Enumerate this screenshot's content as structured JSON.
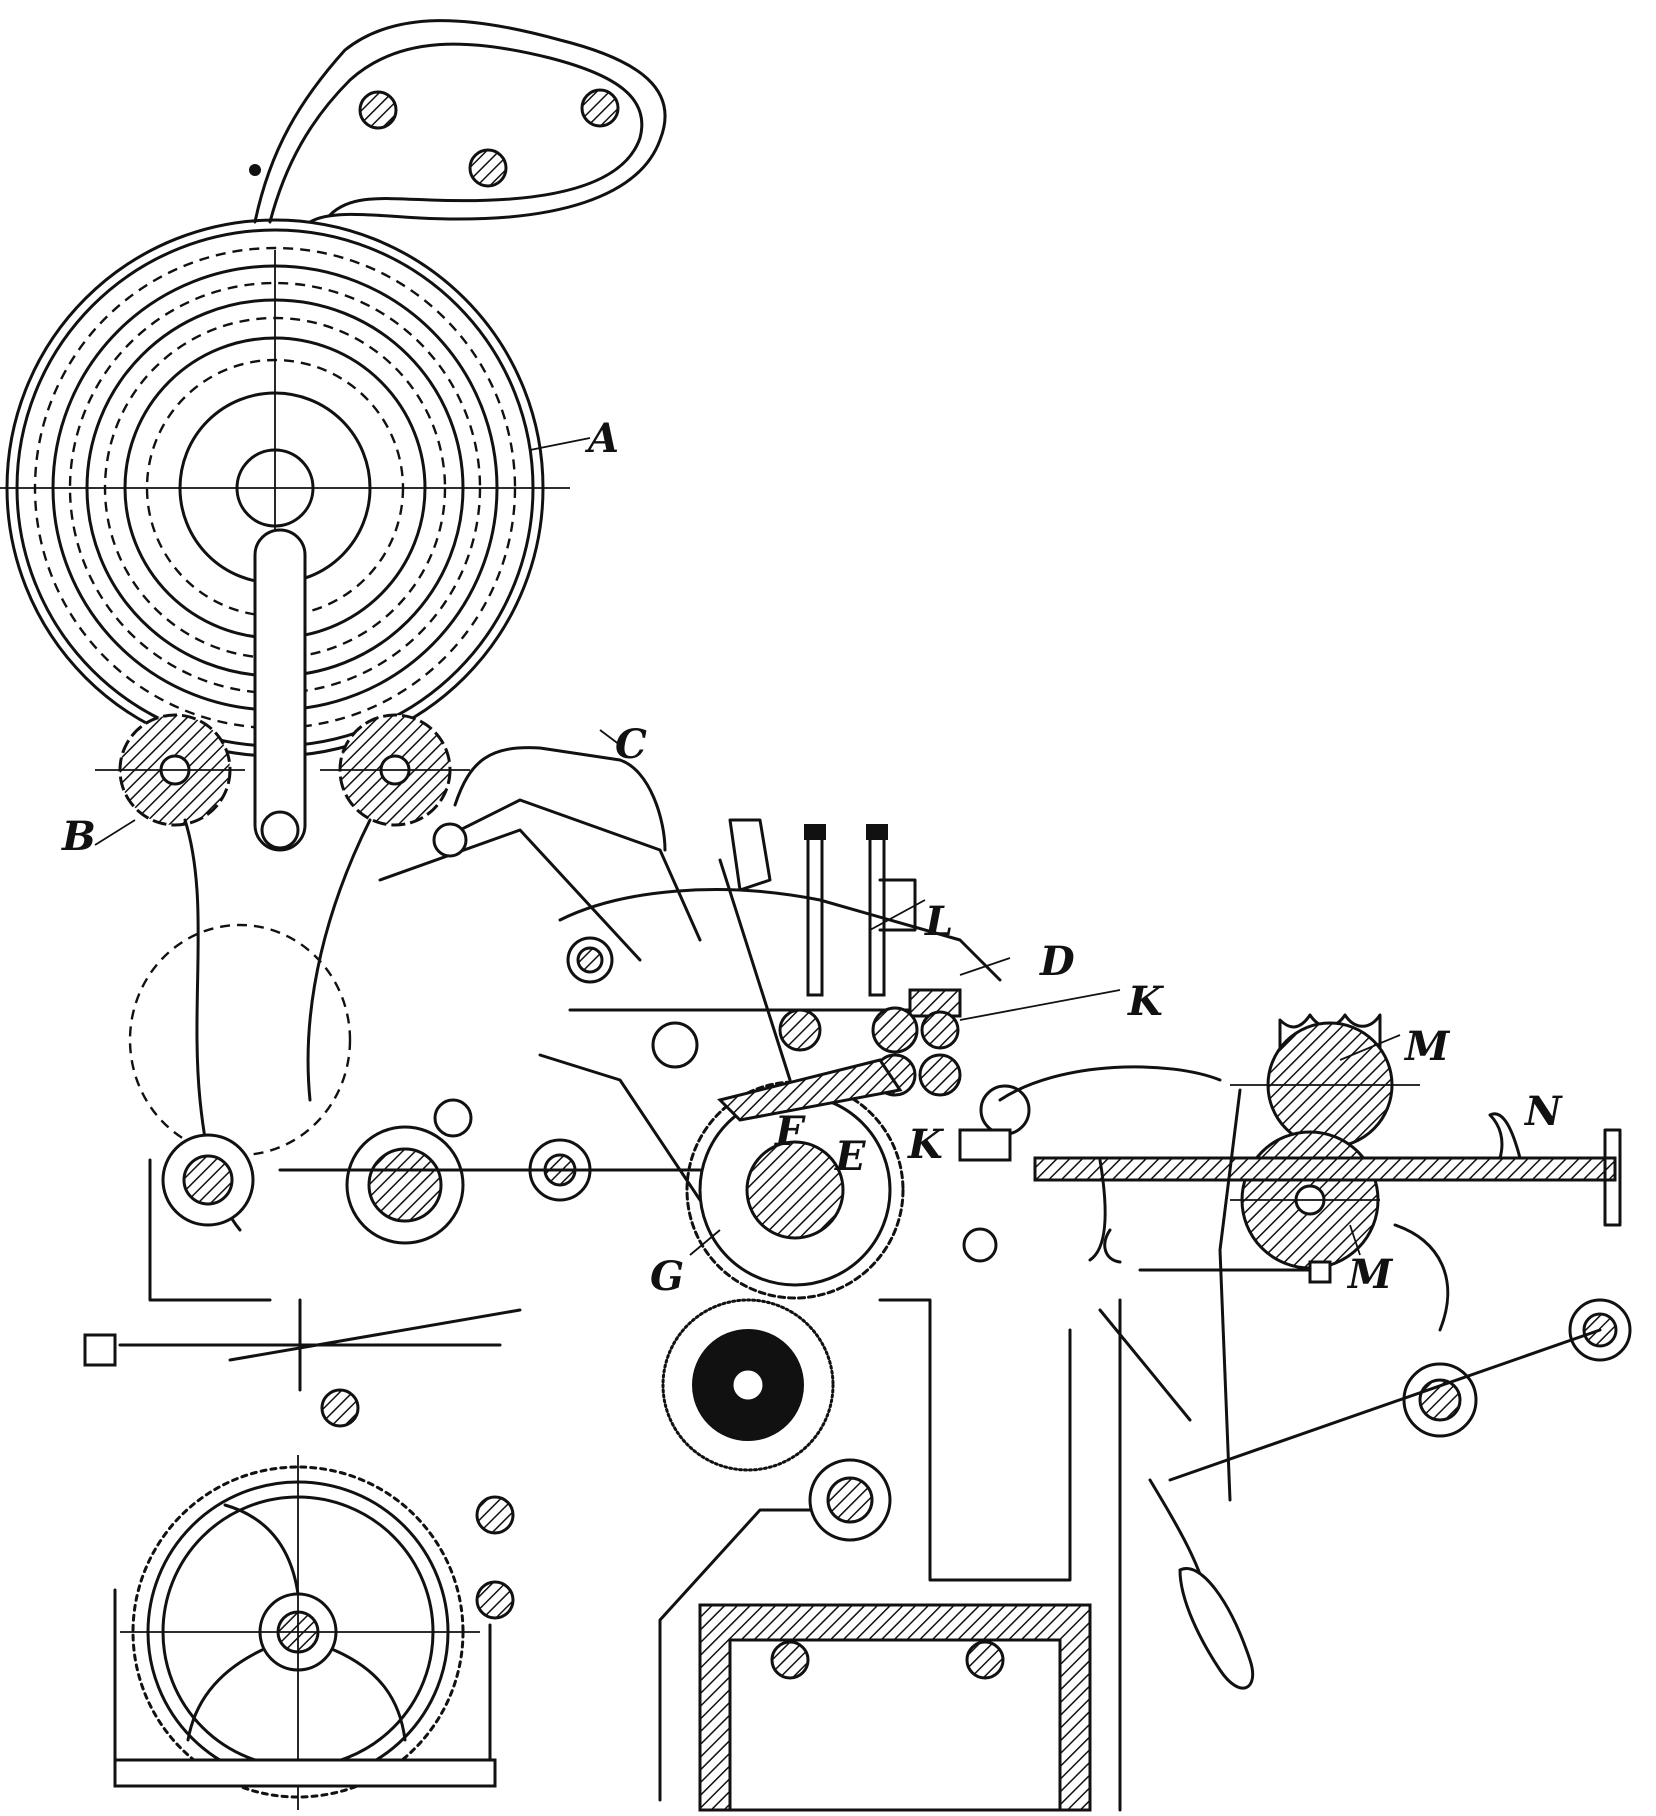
{
  "labels": {
    "A": "A",
    "B": "B",
    "C": "C",
    "D": "D",
    "E": "E",
    "F": "F",
    "G": "G",
    "K_upper": "K",
    "K_lower": "K",
    "L": "L",
    "M_upper": "M",
    "M_lower": "M",
    "N": "N"
  },
  "colors": {
    "ink": "#111111",
    "paper": "#ffffff"
  }
}
